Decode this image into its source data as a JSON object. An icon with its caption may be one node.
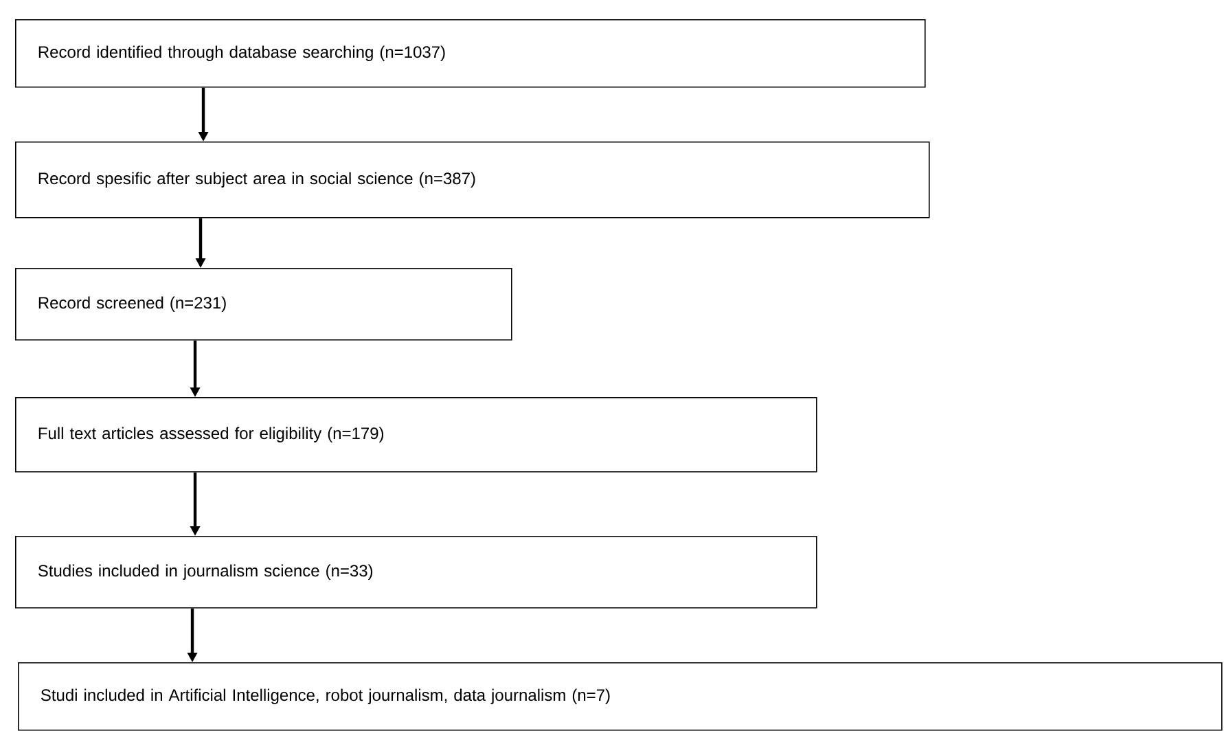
{
  "diagram": {
    "nodes": [
      {
        "text": [
          "Record identified through database searching (n=1037)"
        ]
      },
      {
        "text": [
          "Record spesific after subject area in social science (n=387)"
        ]
      },
      {
        "text": [
          "Record screened  (n=231)"
        ]
      },
      {
        "text": [
          "Full text articles assessed for eligibility  (n=179)"
        ]
      },
      {
        "text": [
          "Studies included in journalism science  (n=33)"
        ]
      },
      {
        "text": [
          "Studi included in Artificial Intelligence, robot journalism, data journalism (n=7)"
        ]
      }
    ],
    "edges": [
      {
        "from": 0,
        "to": 1,
        "arrow": "to"
      },
      {
        "from": 1,
        "to": 2,
        "arrow": "to"
      },
      {
        "from": 2,
        "to": 3,
        "arrow": "to"
      },
      {
        "from": 3,
        "to": 4,
        "arrow": "to"
      },
      {
        "from": 4,
        "to": 5,
        "arrow": "to"
      }
    ]
  }
}
